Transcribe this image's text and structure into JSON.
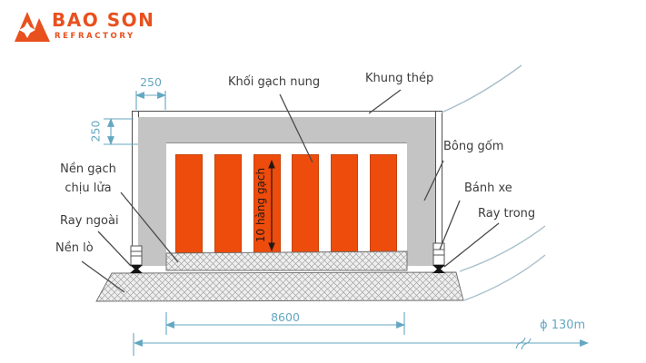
{
  "logo": {
    "brand": "BAO SON",
    "subtitle": "REFRACTORY"
  },
  "labels": {
    "fired_brick_block": "Khối gạch nung",
    "steel_frame": "Khung thép",
    "ceramic_wool": "Bông gốm",
    "wheel": "Bánh xe",
    "inner_rail": "Ray trong",
    "firebrick_base": [
      "Nền gạch",
      "chịu lửa"
    ],
    "outer_rail": "Ray ngoài",
    "kiln_base": "Nền lò",
    "brick_rows": "10 hàng gạch"
  },
  "dimensions": {
    "top_wall_thickness": "250",
    "side_wall_thickness": "250",
    "car_length": "8600",
    "kiln_diameter": "ϕ 130m"
  },
  "diagram": {
    "brick_columns": 6,
    "colors": {
      "brick": "#EE4C0C",
      "wall": "#C4C4C4",
      "dimension": "#64A7C2",
      "label": "#3C3C3C",
      "logo": "#E8501E"
    }
  }
}
